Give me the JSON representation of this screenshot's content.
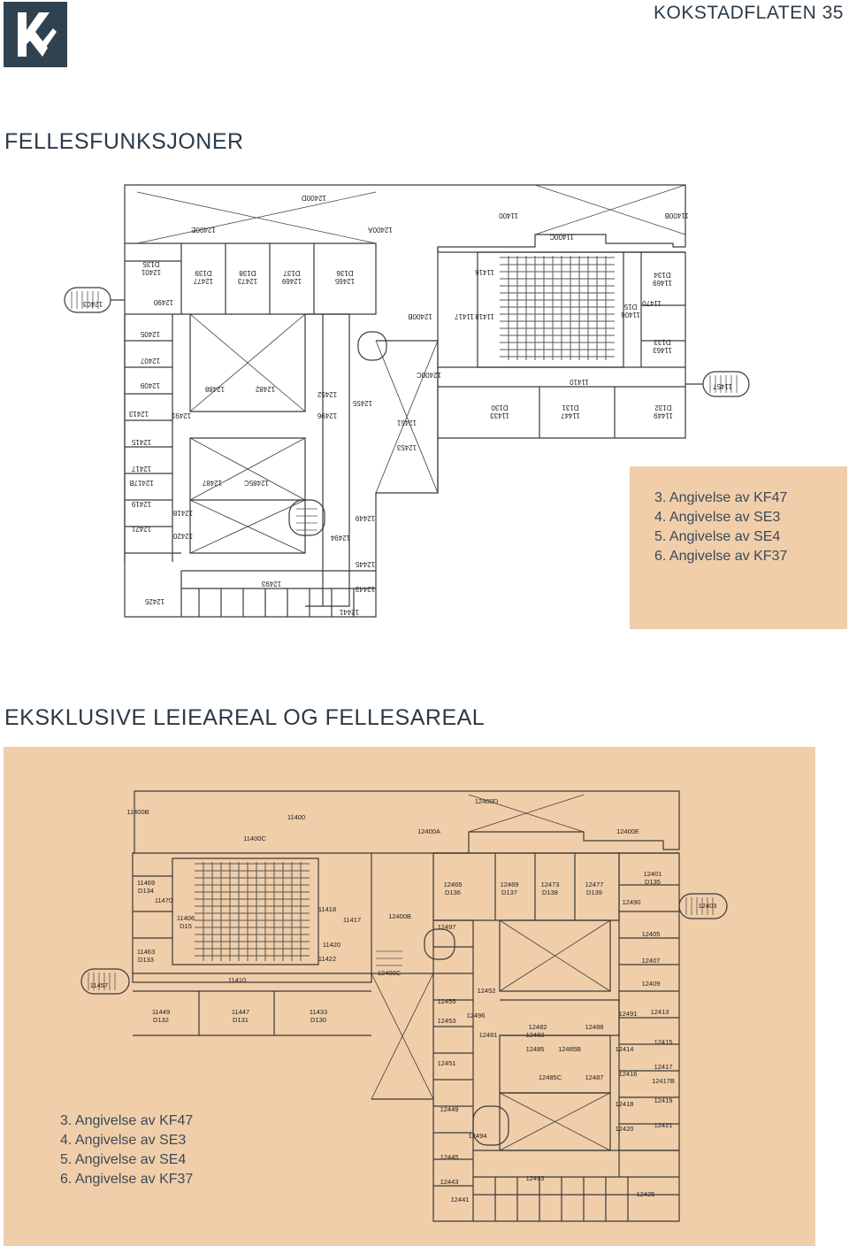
{
  "header": {
    "brand_letter": "K",
    "page_label": "KOKSTADFLATEN 35"
  },
  "sections": {
    "top_title": "FELLESFUNKSJONER",
    "bottom_title": "EKSKLUSIVE LEIEAREAL OG FELLESAREAL"
  },
  "legend": {
    "items": [
      "3. Angivelse av KF47",
      "4. Angivelse av SE3",
      "5. Angivelse av SE4",
      "6. Angivelse av KF37"
    ]
  },
  "colors": {
    "dark_blue": "#2f4252",
    "beige": "#f0cea9",
    "line": "#2b2b2b"
  },
  "top_plan": {
    "rooms": [
      "12400D",
      "11400",
      "12400A",
      "12400E",
      "11400C",
      "11400B",
      "12401\nD135",
      "12477\nD139",
      "12473\nD138",
      "12469\nD137",
      "12465\nD136",
      "11469\nD134",
      "11470",
      "11406\nD15",
      "11463\nD133",
      "12403",
      "12490",
      "12405",
      "12407",
      "12409",
      "12413",
      "12491",
      "12488",
      "12482",
      "12415",
      "12417",
      "12417B",
      "12419",
      "12421",
      "12425",
      "12487",
      "12485C",
      "12420",
      "12418",
      "12493",
      "12445",
      "12443",
      "12441",
      "12449",
      "12494",
      "12451",
      "12453",
      "12496",
      "12452",
      "12455",
      "11410",
      "11433\nD130",
      "11447\nD131",
      "11449\nD132",
      "11457",
      "11417",
      "12400B",
      "12400C",
      "11418",
      "11416"
    ]
  },
  "bottom_plan": {
    "rooms": [
      "11400B",
      "11400",
      "12400D",
      "12400A",
      "12400E",
      "11400C",
      "11469\nD134",
      "11470",
      "11406\nD15",
      "11463\nD133",
      "11418",
      "11417",
      "12400B",
      "11420",
      "11422",
      "12400C",
      "12465\nD136",
      "12469\nD137",
      "12473\nD138",
      "12477\nD139",
      "12401\nD135",
      "12403",
      "12490",
      "12405",
      "12407",
      "12409",
      "12413",
      "12491",
      "12482",
      "12488",
      "12497",
      "12452",
      "12455",
      "12453",
      "12496",
      "12451",
      "11457",
      "11410",
      "11449\nD132",
      "11447\nD131",
      "11433\nD130",
      "12481",
      "12483",
      "12485",
      "12485B",
      "12414",
      "12415",
      "12417",
      "12416",
      "12417B",
      "12487",
      "12485C",
      "12418",
      "12419",
      "12420",
      "12421",
      "12449",
      "12494",
      "12445",
      "12443",
      "12441",
      "12493",
      "12425"
    ]
  }
}
